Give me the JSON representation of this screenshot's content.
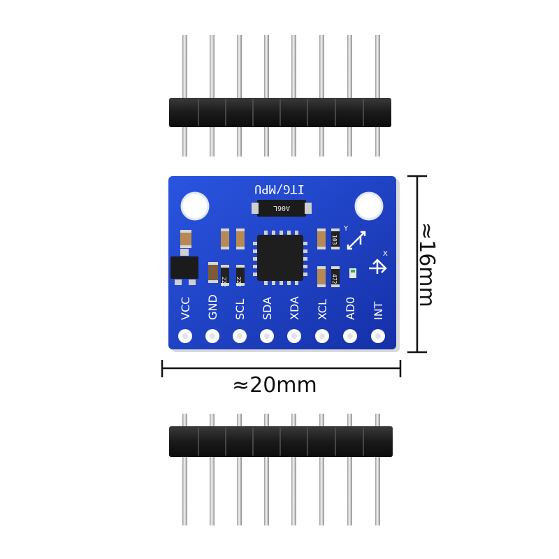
{
  "board": {
    "title": "ITG/MPU",
    "chip_marking": "A06L",
    "resistor_labels": [
      "222",
      "222",
      "103",
      "472"
    ],
    "axis_labels": [
      "Y",
      "X"
    ],
    "pins": [
      "VCC",
      "GND",
      "SCL",
      "SDA",
      "XDA",
      "XCL",
      "AD0",
      "INT"
    ]
  },
  "dimensions": {
    "width": "≈20mm",
    "height": "≈16mm"
  },
  "colors": {
    "pcb": "#1d3fc6",
    "silkscreen": "#ffffff",
    "header_plastic": "#1a1a1a",
    "pin_metal": "#d8d8d8"
  }
}
